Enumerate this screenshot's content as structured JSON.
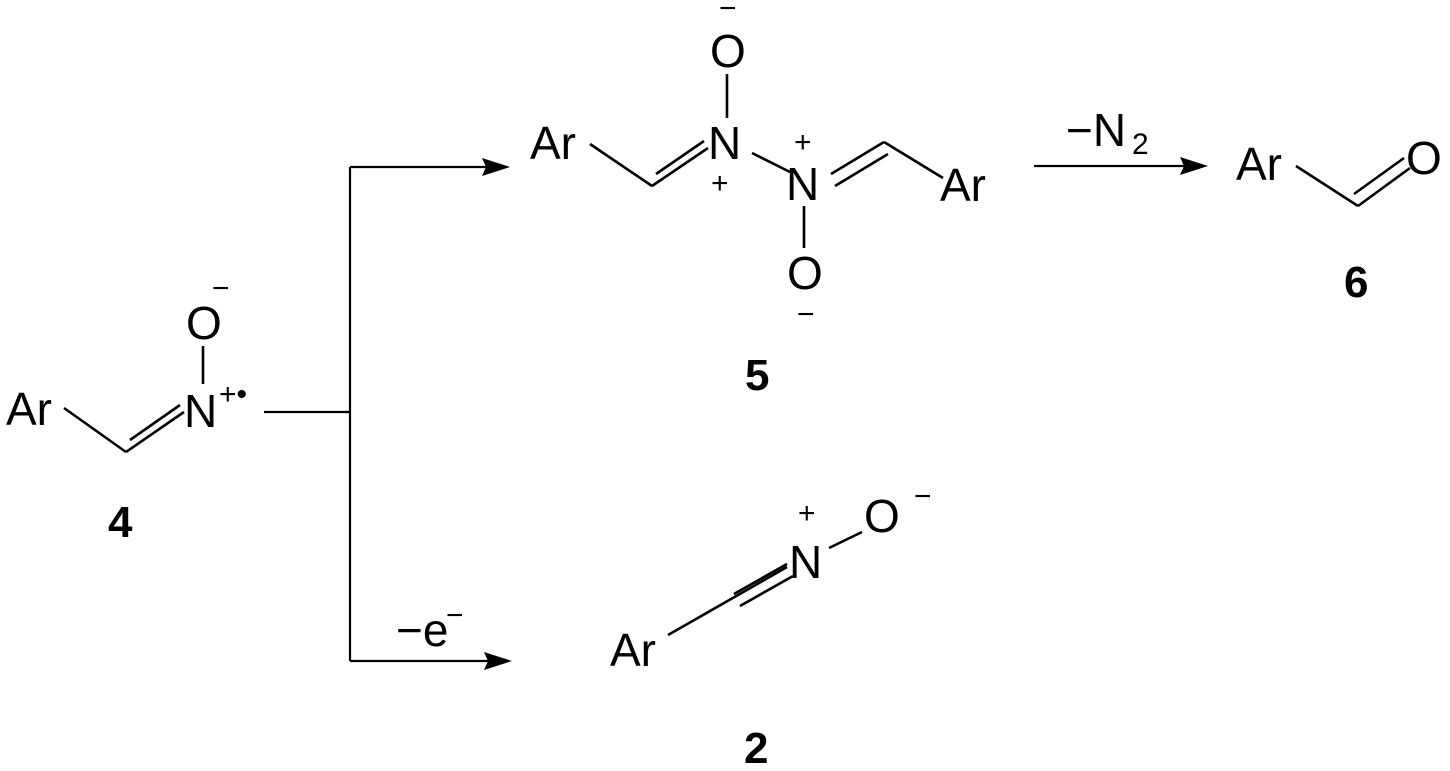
{
  "compounds": {
    "c4": {
      "label": "4",
      "ar": "Ar",
      "n": "N",
      "n_charge": "+•",
      "o": "O",
      "o_charge": "−"
    },
    "c5": {
      "label": "5",
      "ar_left": "Ar",
      "ar_right": "Ar",
      "n1": "N",
      "n1_charge": "+",
      "n2": "N",
      "n2_charge": "+",
      "o_top": "O",
      "o_top_charge": "−",
      "o_bottom": "O",
      "o_bottom_charge": "−"
    },
    "c6": {
      "label": "6",
      "ar": "Ar",
      "o": "O"
    },
    "c2": {
      "label": "2",
      "ar": "Ar",
      "n": "N",
      "n_charge": "+",
      "o": "O",
      "o_charge": "−"
    }
  },
  "reagents": {
    "to_6": "−N",
    "to_6_subscript": "2",
    "to_2": "−e",
    "to_2_superscript": "−"
  }
}
